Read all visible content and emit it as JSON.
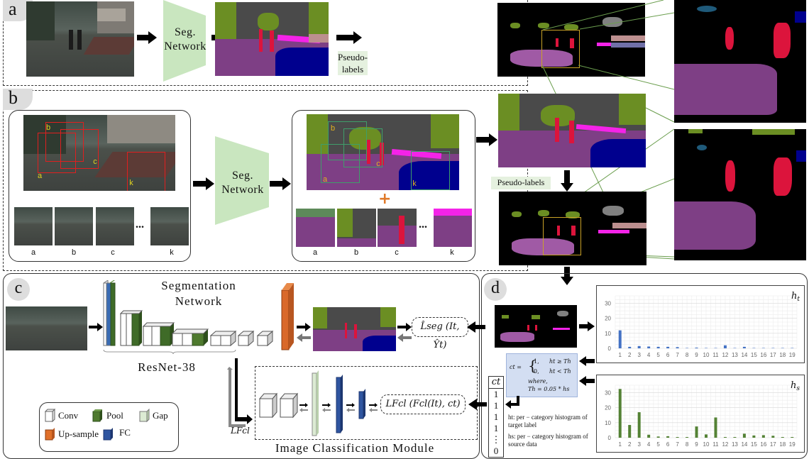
{
  "panels": {
    "a": {
      "letter": "a",
      "seg_network_label_1": "Seg.",
      "seg_network_label_2": "Network",
      "pseudo_label_1": "Pseudo-",
      "pseudo_label_2": "labels"
    },
    "b": {
      "letter": "b",
      "seg_network_label_1": "Seg.",
      "seg_network_label_2": "Network",
      "crop_labels": [
        "a",
        "b",
        "c",
        "k"
      ],
      "ellipsis": "...",
      "plus_symbol": "+",
      "pseudo_label": "Pseudo-labels"
    },
    "c": {
      "letter": "c",
      "title_1": "Segmentation",
      "title_2": "Network",
      "backbone_label": "ResNet-38",
      "module_label": "Image Classification Module",
      "seg_loss": "L̂seg (It, Ŷt)",
      "cls_loss": "LFcl (Fcl(It), ct)",
      "cls_loss_short": "LFcl",
      "legend": [
        {
          "label": "Conv",
          "color": "#ffffff"
        },
        {
          "label": "Pool",
          "color": "#4e7a2e"
        },
        {
          "label": "Gap",
          "color": "#dcebd3"
        },
        {
          "label": "Up-sample",
          "color": "#e0702a"
        },
        {
          "label": "FC",
          "color": "#2f55a0"
        }
      ]
    },
    "d": {
      "letter": "d",
      "formula_line1_lhs": "ct =",
      "formula_case1": "1,",
      "formula_cond1": "ht ≥ Th",
      "formula_case2": "0,",
      "formula_cond2": "ht < Th",
      "formula_where": "where,",
      "formula_th": "Th = 0.05 * hs",
      "ct_header": "ct",
      "ct_values": [
        "1",
        "1",
        "1",
        "1",
        "⋮",
        "0"
      ],
      "note_ht": "ht: per − category histogram of target label",
      "note_hs": "hs: per − category histogram of source data"
    }
  },
  "colors": {
    "seg_green": "#c9e6bf",
    "road": "#7e3f85",
    "vegetation": "#6b8e23",
    "building": "#464646",
    "person": "#dc143c",
    "car": "#00008e",
    "sidewalk": "#f423e8",
    "ht_bar": "#4472c4",
    "hs_bar": "#548235",
    "crop_box": "#e01f1f",
    "zoom_box": "#c9a227"
  },
  "chart_data": [
    {
      "type": "bar",
      "title": "ht",
      "categories": [
        "1",
        "2",
        "3",
        "4",
        "5",
        "6",
        "7",
        "8",
        "9",
        "10",
        "11",
        "12",
        "13",
        "14",
        "15",
        "16",
        "17",
        "18",
        "19"
      ],
      "values": [
        12,
        1,
        1.5,
        1.2,
        1,
        1,
        0.8,
        0,
        0.4,
        0,
        0,
        2,
        0,
        1,
        0,
        0,
        0,
        0,
        0
      ],
      "yticks": [
        "0",
        "10",
        "20",
        "30"
      ],
      "ylim": [
        0,
        35
      ],
      "grid": true,
      "xlabel": "",
      "ylabel": ""
    },
    {
      "type": "bar",
      "title": "hs",
      "categories": [
        "1",
        "2",
        "3",
        "4",
        "5",
        "6",
        "7",
        "8",
        "9",
        "10",
        "11",
        "12",
        "13",
        "14",
        "15",
        "16",
        "17",
        "18",
        "19"
      ],
      "values": [
        32.5,
        8.5,
        17,
        2,
        0.8,
        1,
        0.2,
        0.2,
        7.5,
        2.2,
        13.5,
        0.3,
        0.2,
        2.7,
        1.5,
        1.7,
        1.3,
        0.2,
        0.2
      ],
      "yticks": [
        "0",
        "10",
        "20",
        "30"
      ],
      "ylim": [
        0,
        35
      ],
      "grid": true,
      "xlabel": "",
      "ylabel": ""
    }
  ]
}
